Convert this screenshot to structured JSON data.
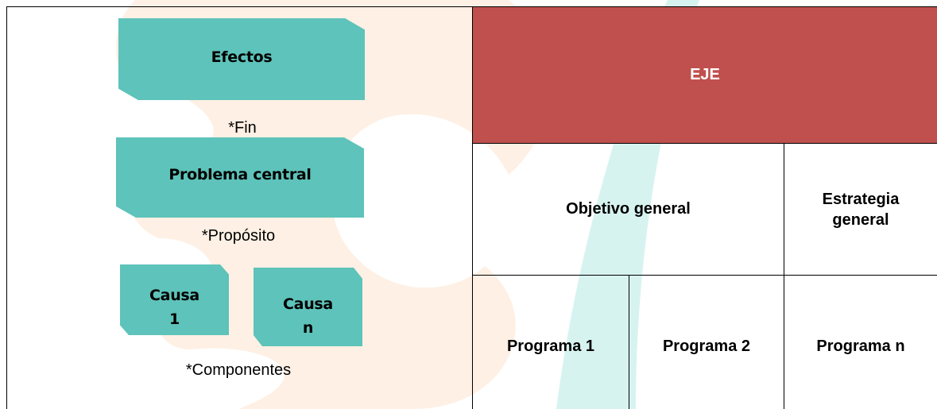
{
  "left_panel": {
    "effects_box": "Efectos",
    "fin_caption": "*Fin",
    "central_box": "Problema central",
    "proposito_caption": "*Propósito",
    "causa_1_line1": "Causa",
    "causa_1_line2": "1",
    "causa_n_line1": "Causa",
    "causa_n_line2": "n",
    "componentes_caption": "*Componentes"
  },
  "table": {
    "header": "EJE",
    "objetivo": "Objetivo general",
    "estrategia_line1": "Estrategia",
    "estrategia_line2": "general",
    "programa_1": "Programa 1",
    "programa_2": "Programa 2",
    "programa_n": "Programa n"
  },
  "colors": {
    "box_fill": "#5ec3ba",
    "header_fill": "#c0504d",
    "watermark_orange": "#f7a35a",
    "watermark_teal": "#1fbfae"
  }
}
